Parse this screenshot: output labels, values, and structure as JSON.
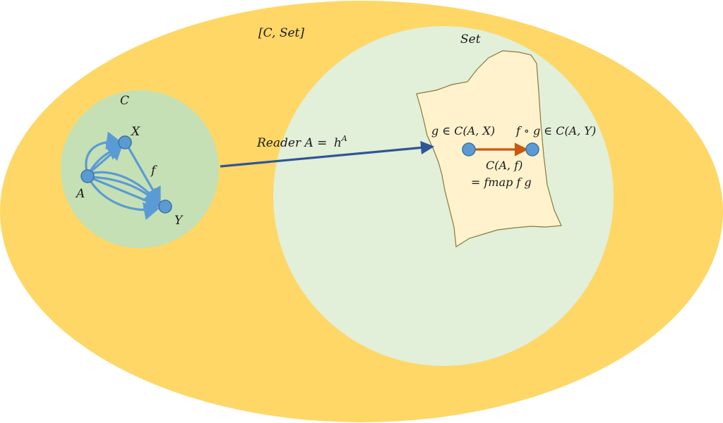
{
  "colors": {
    "outer_fill": "#FED766",
    "set_circle_fill": "#E2EFD9",
    "category_circle_fill": "#C5E0B4",
    "subset_fill": "#FFF2CC",
    "subset_stroke": "#8A7A3C",
    "node_fill": "#5B9BD5",
    "node_stroke": "#41719C",
    "morphism_arrow": "#5B9BD5",
    "functor_arrow": "#2F5597",
    "fmap_arrow": "#C55A11"
  },
  "labels": {
    "functor_category": "[C, Set]",
    "set": "Set",
    "category": "C",
    "object_x": "X",
    "object_a": "A",
    "object_y": "Y",
    "morphism_f": "f",
    "functor_name": "Reader A = ",
    "functor_h": "h",
    "functor_superscript": "A",
    "element_g": "g ∈ C(A, X)",
    "element_fg": "f ∘ g ∈ C(A, Y)",
    "hom_map": "C(A, f)",
    "fmap": "= fmap f g"
  },
  "icons": {
    "arrow_head": "triangle-arrowhead"
  }
}
